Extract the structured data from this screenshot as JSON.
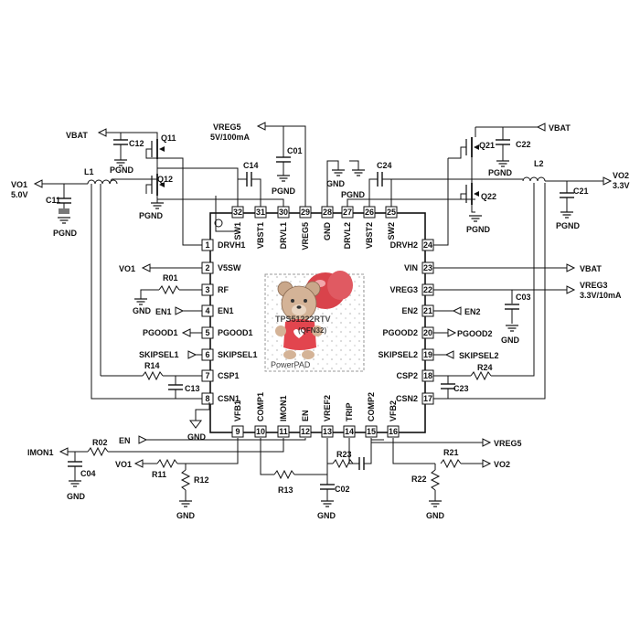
{
  "chip": {
    "part_number": "TPS51222RTV",
    "package": "(QFN32)",
    "pad_label": "PowerPAD",
    "left_pins": [
      {
        "num": "1",
        "name": "DRVH1"
      },
      {
        "num": "2",
        "name": "V5SW"
      },
      {
        "num": "3",
        "name": "RF"
      },
      {
        "num": "4",
        "name": "EN1"
      },
      {
        "num": "5",
        "name": "PGOOD1"
      },
      {
        "num": "6",
        "name": "SKIPSEL1"
      },
      {
        "num": "7",
        "name": "CSP1"
      },
      {
        "num": "8",
        "name": "CSN1"
      }
    ],
    "right_pins": [
      {
        "num": "24",
        "name": "DRVH2"
      },
      {
        "num": "23",
        "name": "VIN"
      },
      {
        "num": "22",
        "name": "VREG3"
      },
      {
        "num": "21",
        "name": "EN2"
      },
      {
        "num": "20",
        "name": "PGOOD2"
      },
      {
        "num": "19",
        "name": "SKIPSEL2"
      },
      {
        "num": "18",
        "name": "CSP2"
      },
      {
        "num": "17",
        "name": "CSN2"
      }
    ],
    "top_pins": [
      {
        "num": "32",
        "name": "SW1"
      },
      {
        "num": "31",
        "name": "VBST1"
      },
      {
        "num": "30",
        "name": "DRVL1"
      },
      {
        "num": "29",
        "name": "VREG5"
      },
      {
        "num": "28",
        "name": "GND"
      },
      {
        "num": "27",
        "name": "DRVL2"
      },
      {
        "num": "26",
        "name": "VBST2"
      },
      {
        "num": "25",
        "name": "SW2"
      }
    ],
    "bottom_pins": [
      {
        "num": "9",
        "name": "VFB1"
      },
      {
        "num": "10",
        "name": "COMP1"
      },
      {
        "num": "11",
        "name": "IMON1"
      },
      {
        "num": "12",
        "name": "EN"
      },
      {
        "num": "13",
        "name": "VREF2"
      },
      {
        "num": "14",
        "name": "TRIP"
      },
      {
        "num": "15",
        "name": "COMP2"
      },
      {
        "num": "16",
        "name": "VFB2"
      }
    ]
  },
  "nets": {
    "vbat": "VBAT",
    "vo1": "VO1",
    "vo1_value": "5.0V",
    "vo2": "VO2",
    "vo2_value": "3.3V",
    "vreg5": "VREG5",
    "vreg5_value": "5V/100mA",
    "vreg3": "VREG3",
    "vreg3_value": "3.3V/10mA",
    "en1": "EN1",
    "en2": "EN2",
    "en": "EN",
    "pgood1": "PGOOD1",
    "pgood2": "PGOOD2",
    "skipsel1": "SKIPSEL1",
    "skipsel2": "SKIPSEL2",
    "imon1": "IMON1",
    "gnd": "GND",
    "pgnd": "PGND"
  },
  "components": {
    "q11": "Q11",
    "q12": "Q12",
    "q21": "Q21",
    "q22": "Q22",
    "l1": "L1",
    "l2": "L2",
    "c01": "C01",
    "c02": "C02",
    "c03": "C03",
    "c04": "C04",
    "c11": "C11",
    "c12": "C12",
    "c13": "C13",
    "c14": "C14",
    "c21": "C21",
    "c22": "C22",
    "c23": "C23",
    "c24": "C24",
    "r01": "R01",
    "r02": "R02",
    "r11": "R11",
    "r12": "R12",
    "r13": "R13",
    "r14": "R14",
    "r21": "R21",
    "r22": "R22",
    "r23": "R23",
    "r24": "R24"
  },
  "colors": {
    "wire": "#111111",
    "bear_fur": "#c9a78a",
    "heart": "#d9434b",
    "shirt": "#e2454e"
  }
}
